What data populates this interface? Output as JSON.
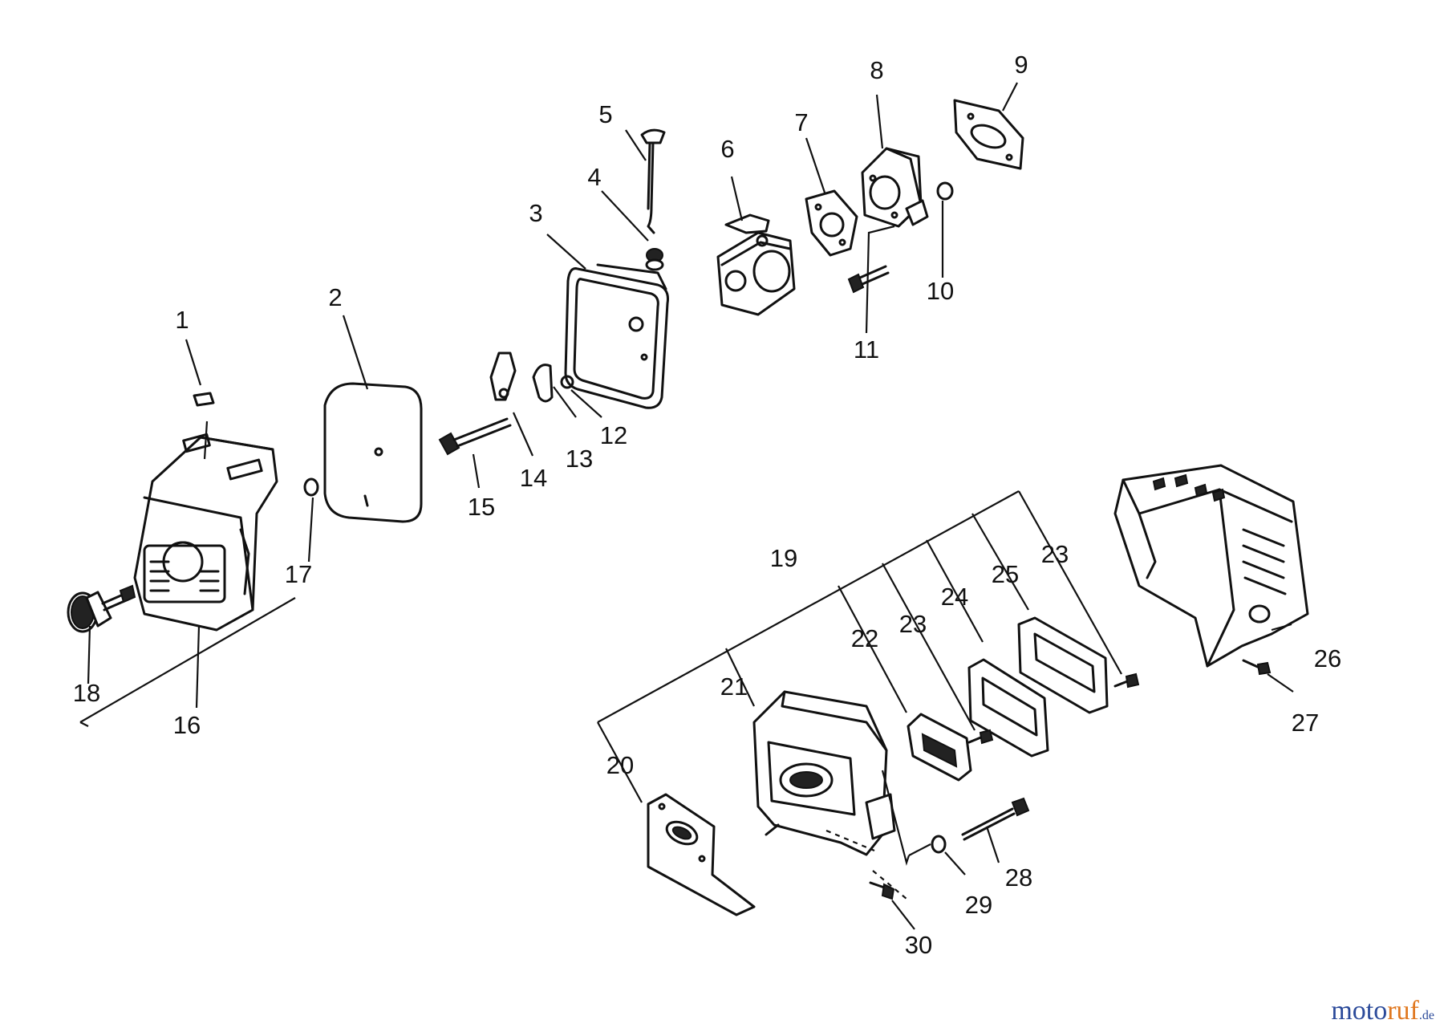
{
  "parts": [
    {
      "id": "1",
      "label": "1"
    },
    {
      "id": "2",
      "label": "2"
    },
    {
      "id": "3",
      "label": "3"
    },
    {
      "id": "4",
      "label": "4"
    },
    {
      "id": "5",
      "label": "5"
    },
    {
      "id": "6",
      "label": "6"
    },
    {
      "id": "7",
      "label": "7"
    },
    {
      "id": "8",
      "label": "8"
    },
    {
      "id": "9",
      "label": "9"
    },
    {
      "id": "10",
      "label": "10"
    },
    {
      "id": "11",
      "label": "11"
    },
    {
      "id": "12",
      "label": "12"
    },
    {
      "id": "13",
      "label": "13"
    },
    {
      "id": "14",
      "label": "14"
    },
    {
      "id": "15",
      "label": "15"
    },
    {
      "id": "16",
      "label": "16"
    },
    {
      "id": "17",
      "label": "17"
    },
    {
      "id": "18",
      "label": "18"
    },
    {
      "id": "19",
      "label": "19"
    },
    {
      "id": "20",
      "label": "20"
    },
    {
      "id": "21",
      "label": "21"
    },
    {
      "id": "22",
      "label": "22"
    },
    {
      "id": "23a",
      "label": "23"
    },
    {
      "id": "23b",
      "label": "23"
    },
    {
      "id": "24",
      "label": "24"
    },
    {
      "id": "25",
      "label": "25"
    },
    {
      "id": "26",
      "label": "26"
    },
    {
      "id": "27",
      "label": "27"
    },
    {
      "id": "28",
      "label": "28"
    },
    {
      "id": "29",
      "label": "29"
    },
    {
      "id": "30",
      "label": "30"
    }
  ],
  "watermark": {
    "part1": "moto",
    "part2": "ruf",
    "part3": ".de"
  }
}
